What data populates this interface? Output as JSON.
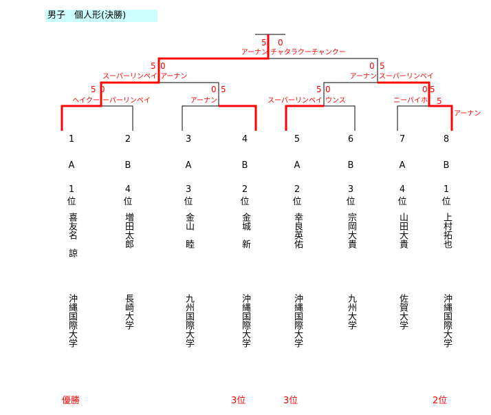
{
  "title": "男子　個人形(決勝)",
  "final": {
    "score_left": "5",
    "score_right": "0",
    "kata_left": "アーナン",
    "kata_right": "チャタラクーチャンクー"
  },
  "semis": [
    {
      "score_left": "5",
      "score_right": "0",
      "kata_left": "スーパーリンペイ",
      "kata_right": "アーナン"
    },
    {
      "score_left": "0",
      "score_right": "5",
      "kata_left": "アーナン",
      "kata_right": "スーパーリンペイ"
    }
  ],
  "first_round": [
    {
      "score_left": "5",
      "score_right": "0",
      "kata_left": "ヘイクー",
      "kata_right": "ーパーリンペイ"
    },
    {
      "score_left": "0",
      "score_right": "5",
      "kata_left": "アーナン",
      "kata_right": ""
    },
    {
      "score_left": "5",
      "score_right": "0",
      "kata_left": "スーパーリンペイ",
      "kata_right": "ウンス"
    },
    {
      "score_left": "0",
      "score_right": "5",
      "kata_left": "ニーパイホ",
      "kata_right": "アーナン"
    }
  ],
  "players": [
    {
      "no": "1",
      "block": "A",
      "rank": "1",
      "rank_suffix": "位",
      "name": "喜友名　諒",
      "school": "沖縄国際大学",
      "result": "優勝"
    },
    {
      "no": "2",
      "block": "B",
      "rank": "4",
      "rank_suffix": "位",
      "name": "増田太郎",
      "school": "長崎大学",
      "result": ""
    },
    {
      "no": "3",
      "block": "A",
      "rank": "3",
      "rank_suffix": "位",
      "name": "金山　睦",
      "school": "九州国際大学",
      "result": ""
    },
    {
      "no": "4",
      "block": "B",
      "rank": "2",
      "rank_suffix": "位",
      "name": "金城　新",
      "school": "沖縄国際大学",
      "result": "3位"
    },
    {
      "no": "5",
      "block": "A",
      "rank": "2",
      "rank_suffix": "位",
      "name": "幸良英佑",
      "school": "沖縄国際大学",
      "result": "3位"
    },
    {
      "no": "6",
      "block": "B",
      "rank": "3",
      "rank_suffix": "位",
      "name": "宗岡大貴",
      "school": "九州大学",
      "result": ""
    },
    {
      "no": "7",
      "block": "A",
      "rank": "4",
      "rank_suffix": "位",
      "name": "山田大貴",
      "school": "佐賀大学",
      "result": ""
    },
    {
      "no": "8",
      "block": "B",
      "rank": "1",
      "rank_suffix": "位",
      "name": "上村拓也",
      "school": "沖縄国際大学",
      "result": "2位"
    }
  ],
  "colors": {
    "win": "#ff0000",
    "line": "#000000",
    "title_bg": "#ccffff"
  }
}
